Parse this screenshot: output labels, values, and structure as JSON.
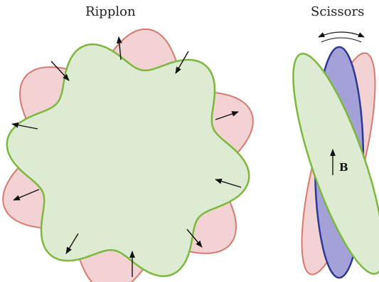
{
  "ripplon": {
    "title": "Ripplon"
  },
  "scissors": {
    "title": "Scissors",
    "field_label": "B"
  },
  "colors": {
    "outline_red": "#d87a70",
    "fill_pink": "#f2d2d3",
    "outline_green": "#7cb83c",
    "fill_green": "#ddebd2",
    "outline_blue": "#2c3a96",
    "fill_blue": "#a4a0d8",
    "arrow": "#111111"
  }
}
